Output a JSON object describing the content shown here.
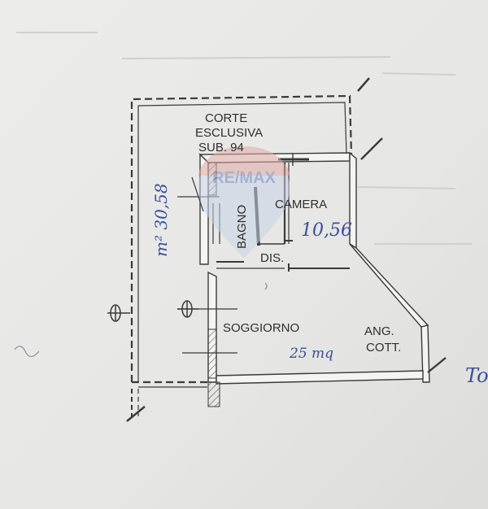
{
  "plan": {
    "courtyard": {
      "line1": "CORTE",
      "line2": "ESCLUSIVA",
      "line3": "SUB. 94"
    },
    "rooms": {
      "camera": "CAMERA",
      "bagno": "BAGNO",
      "dis": "DIS.",
      "soggiorno": "SOGGIORNO",
      "kitchen_line1": "ANG.",
      "kitchen_line2": "COTT."
    },
    "handwritten": {
      "courtyard_area": "m² 30,58",
      "camera_area": "10,56",
      "soggiorno_area": "25 mq",
      "edge_note": "To"
    },
    "watermark": {
      "text": "RE/MAX",
      "colors": [
        "#1f4fa8",
        "#d8322e"
      ]
    },
    "colors": {
      "paper": "#e9e9e7",
      "ink": "#3a3a3a",
      "pen": "#3a4f9a"
    }
  }
}
